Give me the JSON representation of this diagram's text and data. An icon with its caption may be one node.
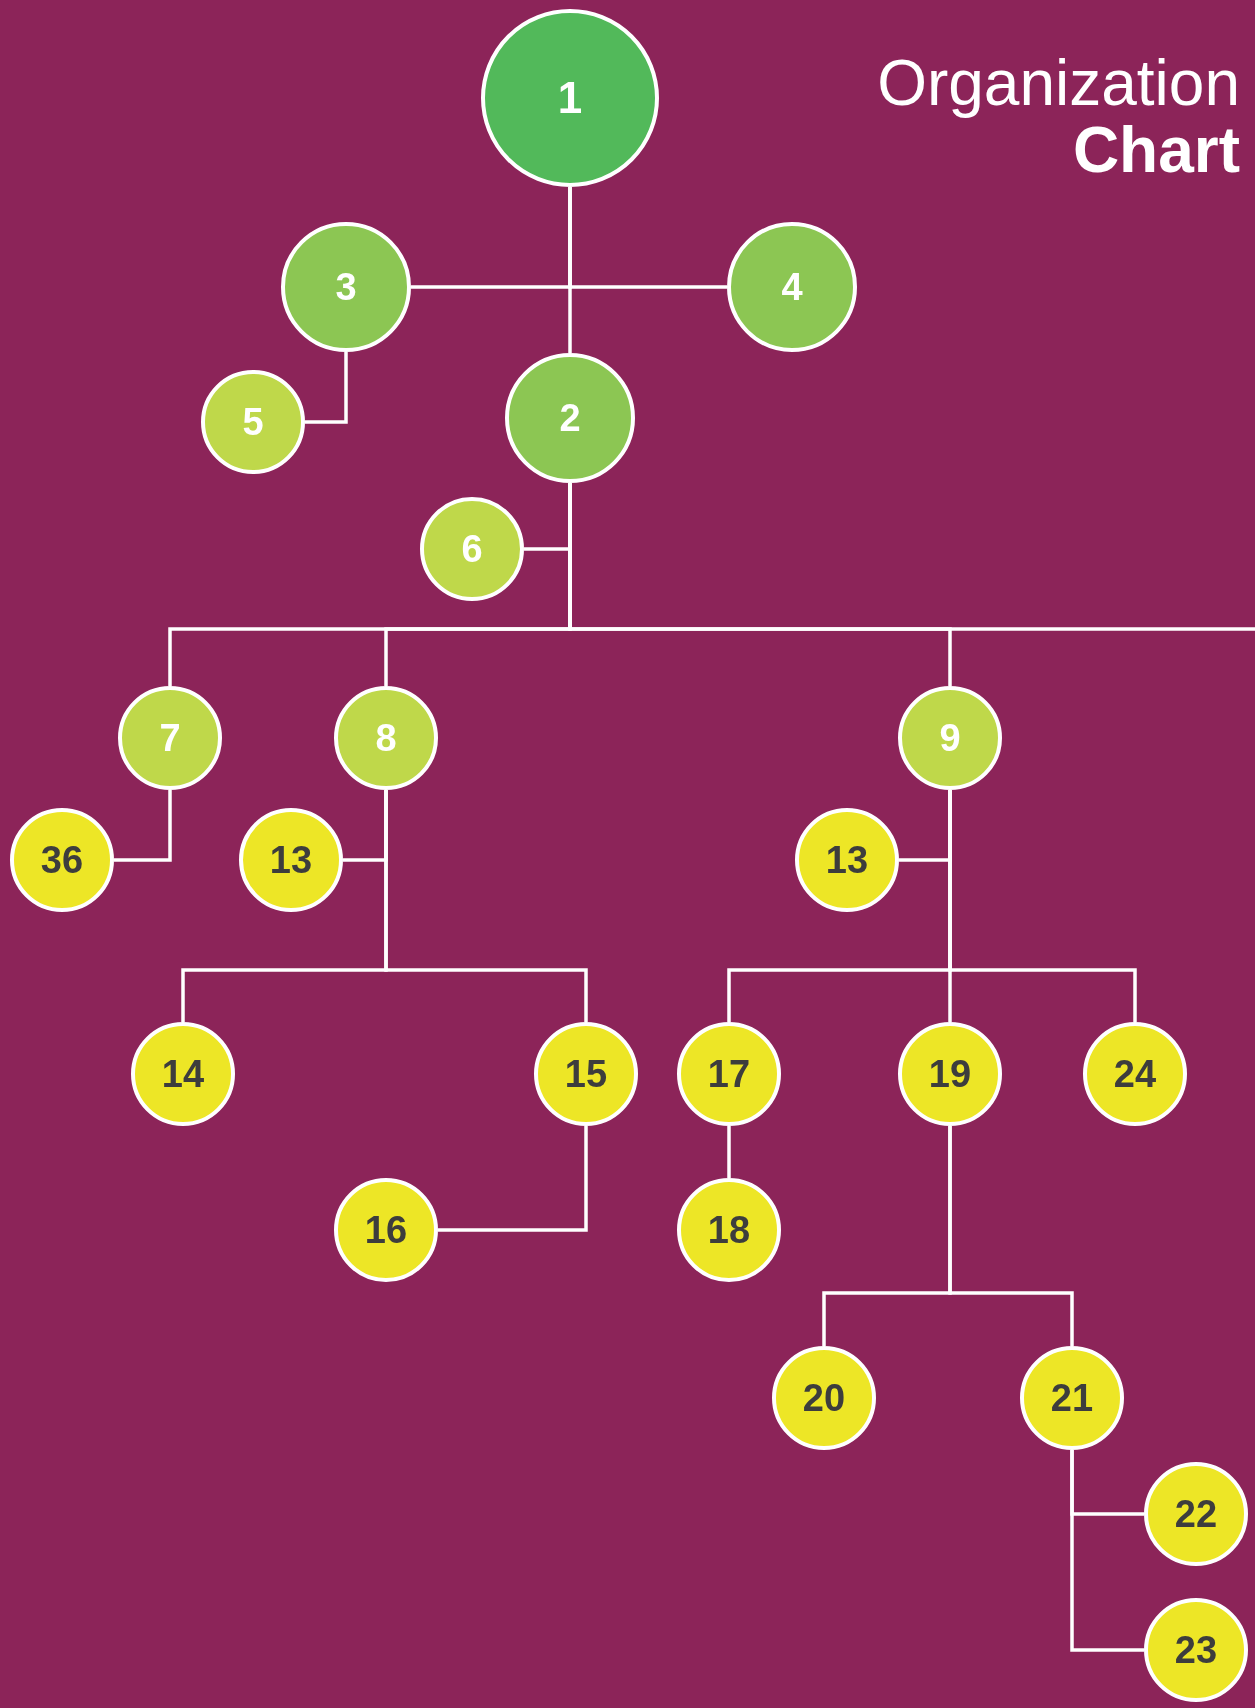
{
  "diagram": {
    "title": "Organization **Chart**",
    "nodes": [
      {
        "text": [
          "1"
        ]
      },
      {
        "text": [
          "3"
        ]
      },
      {
        "text": [
          "4"
        ]
      },
      {
        "text": [
          "5"
        ]
      },
      {
        "text": [
          "2"
        ]
      },
      {
        "text": [
          "6"
        ]
      },
      {
        "text": [
          "7"
        ]
      },
      {
        "text": [
          "8"
        ]
      },
      {
        "text": [
          "9"
        ]
      },
      {
        "text": [
          "36"
        ]
      },
      {
        "text": [
          "13"
        ]
      },
      {
        "text": [
          "13"
        ]
      },
      {
        "text": [
          "14"
        ]
      },
      {
        "text": [
          "15"
        ]
      },
      {
        "text": [
          "17"
        ]
      },
      {
        "text": [
          "19"
        ]
      },
      {
        "text": [
          "24"
        ]
      },
      {
        "text": [
          "16"
        ]
      },
      {
        "text": [
          "18"
        ]
      },
      {
        "text": [
          "20"
        ]
      },
      {
        "text": [
          "21"
        ]
      },
      {
        "text": [
          "22"
        ]
      },
      {
        "text": [
          "23"
        ]
      }
    ],
    "edges": [
      {
        "from": 0,
        "to": 1,
        "arrow": "none"
      },
      {
        "from": 0,
        "to": 2,
        "arrow": "none"
      },
      {
        "from": 0,
        "to": 4,
        "arrow": "none"
      },
      {
        "from": 1,
        "to": 3,
        "arrow": "none"
      },
      {
        "from": 4,
        "to": 5,
        "arrow": "none"
      },
      {
        "from": 4,
        "to": 6,
        "arrow": "none"
      },
      {
        "from": 4,
        "to": 7,
        "arrow": "none"
      },
      {
        "from": 4,
        "to": 8,
        "arrow": "none"
      },
      {
        "from": 4,
        "to": null,
        "arrow": "none"
      },
      {
        "from": 6,
        "to": 9,
        "arrow": "none"
      },
      {
        "from": 7,
        "to": 10,
        "arrow": "none"
      },
      {
        "from": 7,
        "to": 12,
        "arrow": "none"
      },
      {
        "from": 7,
        "to": 13,
        "arrow": "none"
      },
      {
        "from": 13,
        "to": 17,
        "arrow": "none"
      },
      {
        "from": 8,
        "to": 11,
        "arrow": "none"
      },
      {
        "from": 8,
        "to": 14,
        "arrow": "none"
      },
      {
        "from": 8,
        "to": 15,
        "arrow": "none"
      },
      {
        "from": 8,
        "to": 16,
        "arrow": "none"
      },
      {
        "from": 14,
        "to": 18,
        "arrow": "none"
      },
      {
        "from": 15,
        "to": 19,
        "arrow": "none"
      },
      {
        "from": 15,
        "to": 20,
        "arrow": "none"
      },
      {
        "from": 20,
        "to": 21,
        "arrow": "none"
      },
      {
        "from": 20,
        "to": 22,
        "arrow": "none"
      }
    ]
  }
}
